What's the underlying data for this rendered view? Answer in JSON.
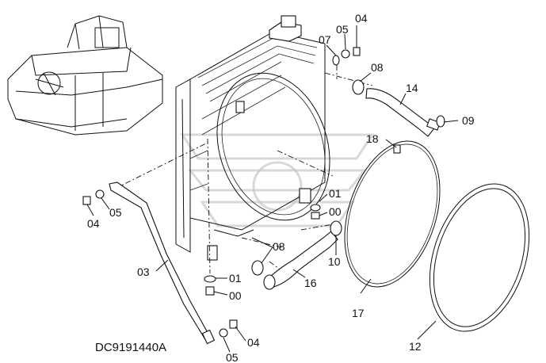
{
  "diagram_code": "DC9191440A",
  "callouts": {
    "c04_top": "04",
    "c05_top": "05",
    "c07": "07",
    "c08_top": "08",
    "c14": "14",
    "c09": "09",
    "c18": "18",
    "c01_right": "01",
    "c00_right": "00",
    "c08_mid": "08",
    "c10": "10",
    "c16": "16",
    "c17": "17",
    "c12": "12",
    "c03": "03",
    "c04_left": "04",
    "c05_left": "05",
    "c01_bottom": "01",
    "c00_bottom": "00",
    "c04_bottom": "04",
    "c05_bottom": "05"
  }
}
